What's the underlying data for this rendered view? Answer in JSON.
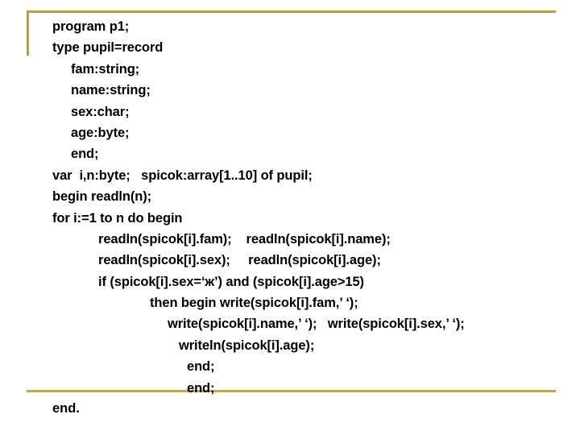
{
  "slide": {
    "language": "pascal",
    "accent_color": "#b8a03c",
    "background_color": "#ffffff",
    "text_color": "#000000"
  },
  "decor": {
    "top_rule": "horizontal-gold-rule",
    "left_rule": "vertical-gold-rule",
    "bottom_rule": "horizontal-gold-rule"
  },
  "code": {
    "lines": [
      {
        "indent": 0,
        "text": "program p1;"
      },
      {
        "indent": 0,
        "text": "type pupil=record"
      },
      {
        "indent": 1,
        "text": "fam:string;"
      },
      {
        "indent": 1,
        "text": "name:string;"
      },
      {
        "indent": 1,
        "text": "sex:char;"
      },
      {
        "indent": 1,
        "text": "age:byte;"
      },
      {
        "indent": 1,
        "text": "end;"
      },
      {
        "indent": 0,
        "text": "var  i,n:byte;   spicok:array[1..10] of pupil;"
      },
      {
        "indent": 0,
        "text": "begin readln(n);"
      },
      {
        "indent": 0,
        "text": "for i:=1 to n do begin"
      },
      {
        "indent": 2,
        "text": "readln(spicok[i].fam);    readln(spicok[i].name);"
      },
      {
        "indent": 2,
        "text": "readln(spicok[i].sex);     readln(spicok[i].age);"
      },
      {
        "indent": 2,
        "text": "if (spicok[i].sex=‘ж’) and (spicok[i].age>15)"
      },
      {
        "indent": 3,
        "text": "then begin write(spicok[i].fam,’ ‘);"
      },
      {
        "indent": 4,
        "text": "write(spicok[i].name,’ ‘);   write(spicok[i].sex,’ ‘);"
      },
      {
        "indent": 5,
        "text": "writeln(spicok[i].age);"
      },
      {
        "indent": 6,
        "text": "end;"
      },
      {
        "indent": 6,
        "text": "end;"
      }
    ],
    "tail_line": "end."
  }
}
